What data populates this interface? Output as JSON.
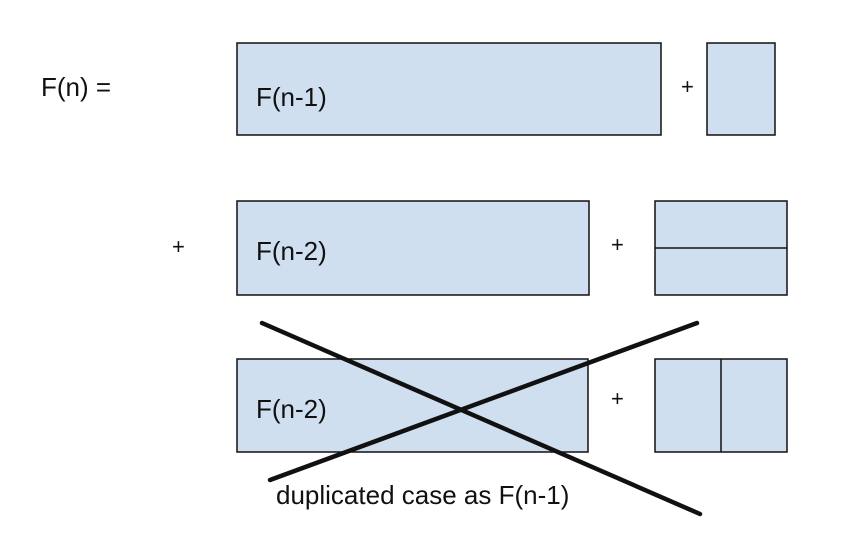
{
  "diagram": {
    "equation_label": "F(n) =",
    "row1": {
      "term": "F(n-1)",
      "plus": "+"
    },
    "row2": {
      "leading_plus": "+",
      "term": "F(n-2)",
      "plus": "+"
    },
    "row3": {
      "term": "F(n-2)",
      "plus": "+"
    },
    "note": "duplicated case as F(n-1)",
    "colors": {
      "box_fill": "#cfdff0",
      "stroke": "#111111",
      "background": "#ffffff"
    }
  }
}
